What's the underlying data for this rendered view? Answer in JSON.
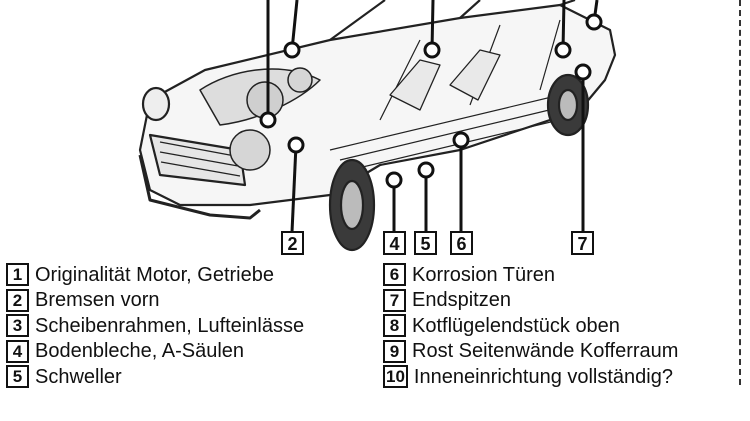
{
  "callouts_bottom": [
    "2",
    "4",
    "5",
    "6",
    "7"
  ],
  "legend_left": [
    {
      "num": "1",
      "text": "Originalität Motor, Getriebe"
    },
    {
      "num": "2",
      "text": "Bremsen vorn"
    },
    {
      "num": "3",
      "text": "Scheibenrahmen, Lufteinlässe"
    },
    {
      "num": "4",
      "text": "Bodenbleche, A-Säulen"
    },
    {
      "num": "5",
      "text": "Schweller"
    }
  ],
  "legend_right": [
    {
      "num": "6",
      "text": "Korrosion Türen"
    },
    {
      "num": "7",
      "text": "Endspitzen"
    },
    {
      "num": "8",
      "text": "Kotflügelendstück oben"
    },
    {
      "num": "9",
      "text": "Rost Seitenwände Kofferraum"
    },
    {
      "num": "10",
      "text": "Inneneinrichtung vollständig?"
    }
  ],
  "icons": [
    "car-cutaway-illustration"
  ]
}
